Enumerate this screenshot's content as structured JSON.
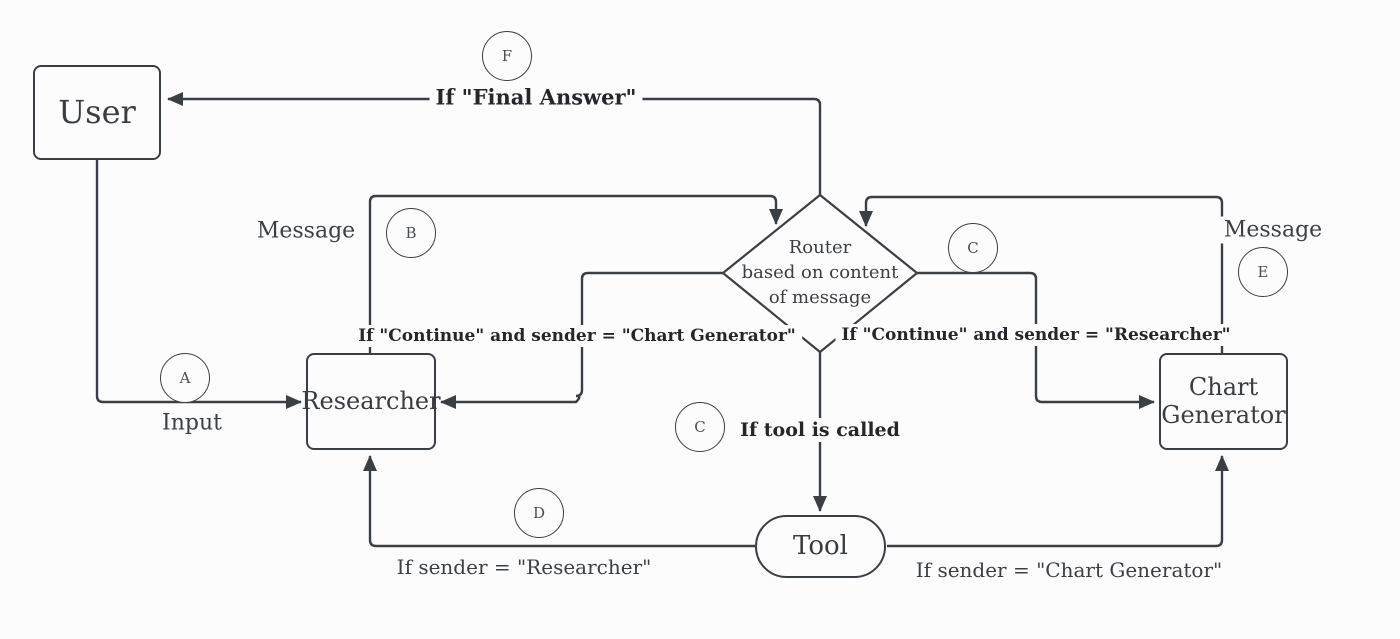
{
  "diagram": {
    "description": "Multi-agent flowchart with a router dispatching messages between User, Researcher, Chart Generator and Tool",
    "colors": {
      "background": "#fcfcfc",
      "line": "#3a3f46",
      "text": "#3a3f46",
      "bold_label_text": "#23262b"
    },
    "nodes": {
      "user": {
        "label": "User"
      },
      "researcher": {
        "label": "Researcher"
      },
      "chart_generator": {
        "label": "Chart Generator"
      },
      "tool": {
        "label": "Tool"
      },
      "router": {
        "lines": [
          "Router",
          "based on content",
          "of message"
        ]
      }
    },
    "badges": {
      "a": "A",
      "b": "B",
      "c_router": "C",
      "c_tool": "C",
      "d": "D",
      "e": "E",
      "f": "F"
    },
    "edge_labels": {
      "final_answer": "If \"Final Answer\"",
      "input": "Input",
      "message_left": "Message",
      "message_right": "Message",
      "continue_chart_generator": "If \"Continue\" and sender = \"Chart Generator\"",
      "continue_researcher": "If \"Continue\" and sender = \"Researcher\"",
      "tool_called": "If tool is called",
      "sender_researcher": "If sender = \"Researcher\"",
      "sender_chart_generator": "If sender = \"Chart Generator\""
    }
  }
}
